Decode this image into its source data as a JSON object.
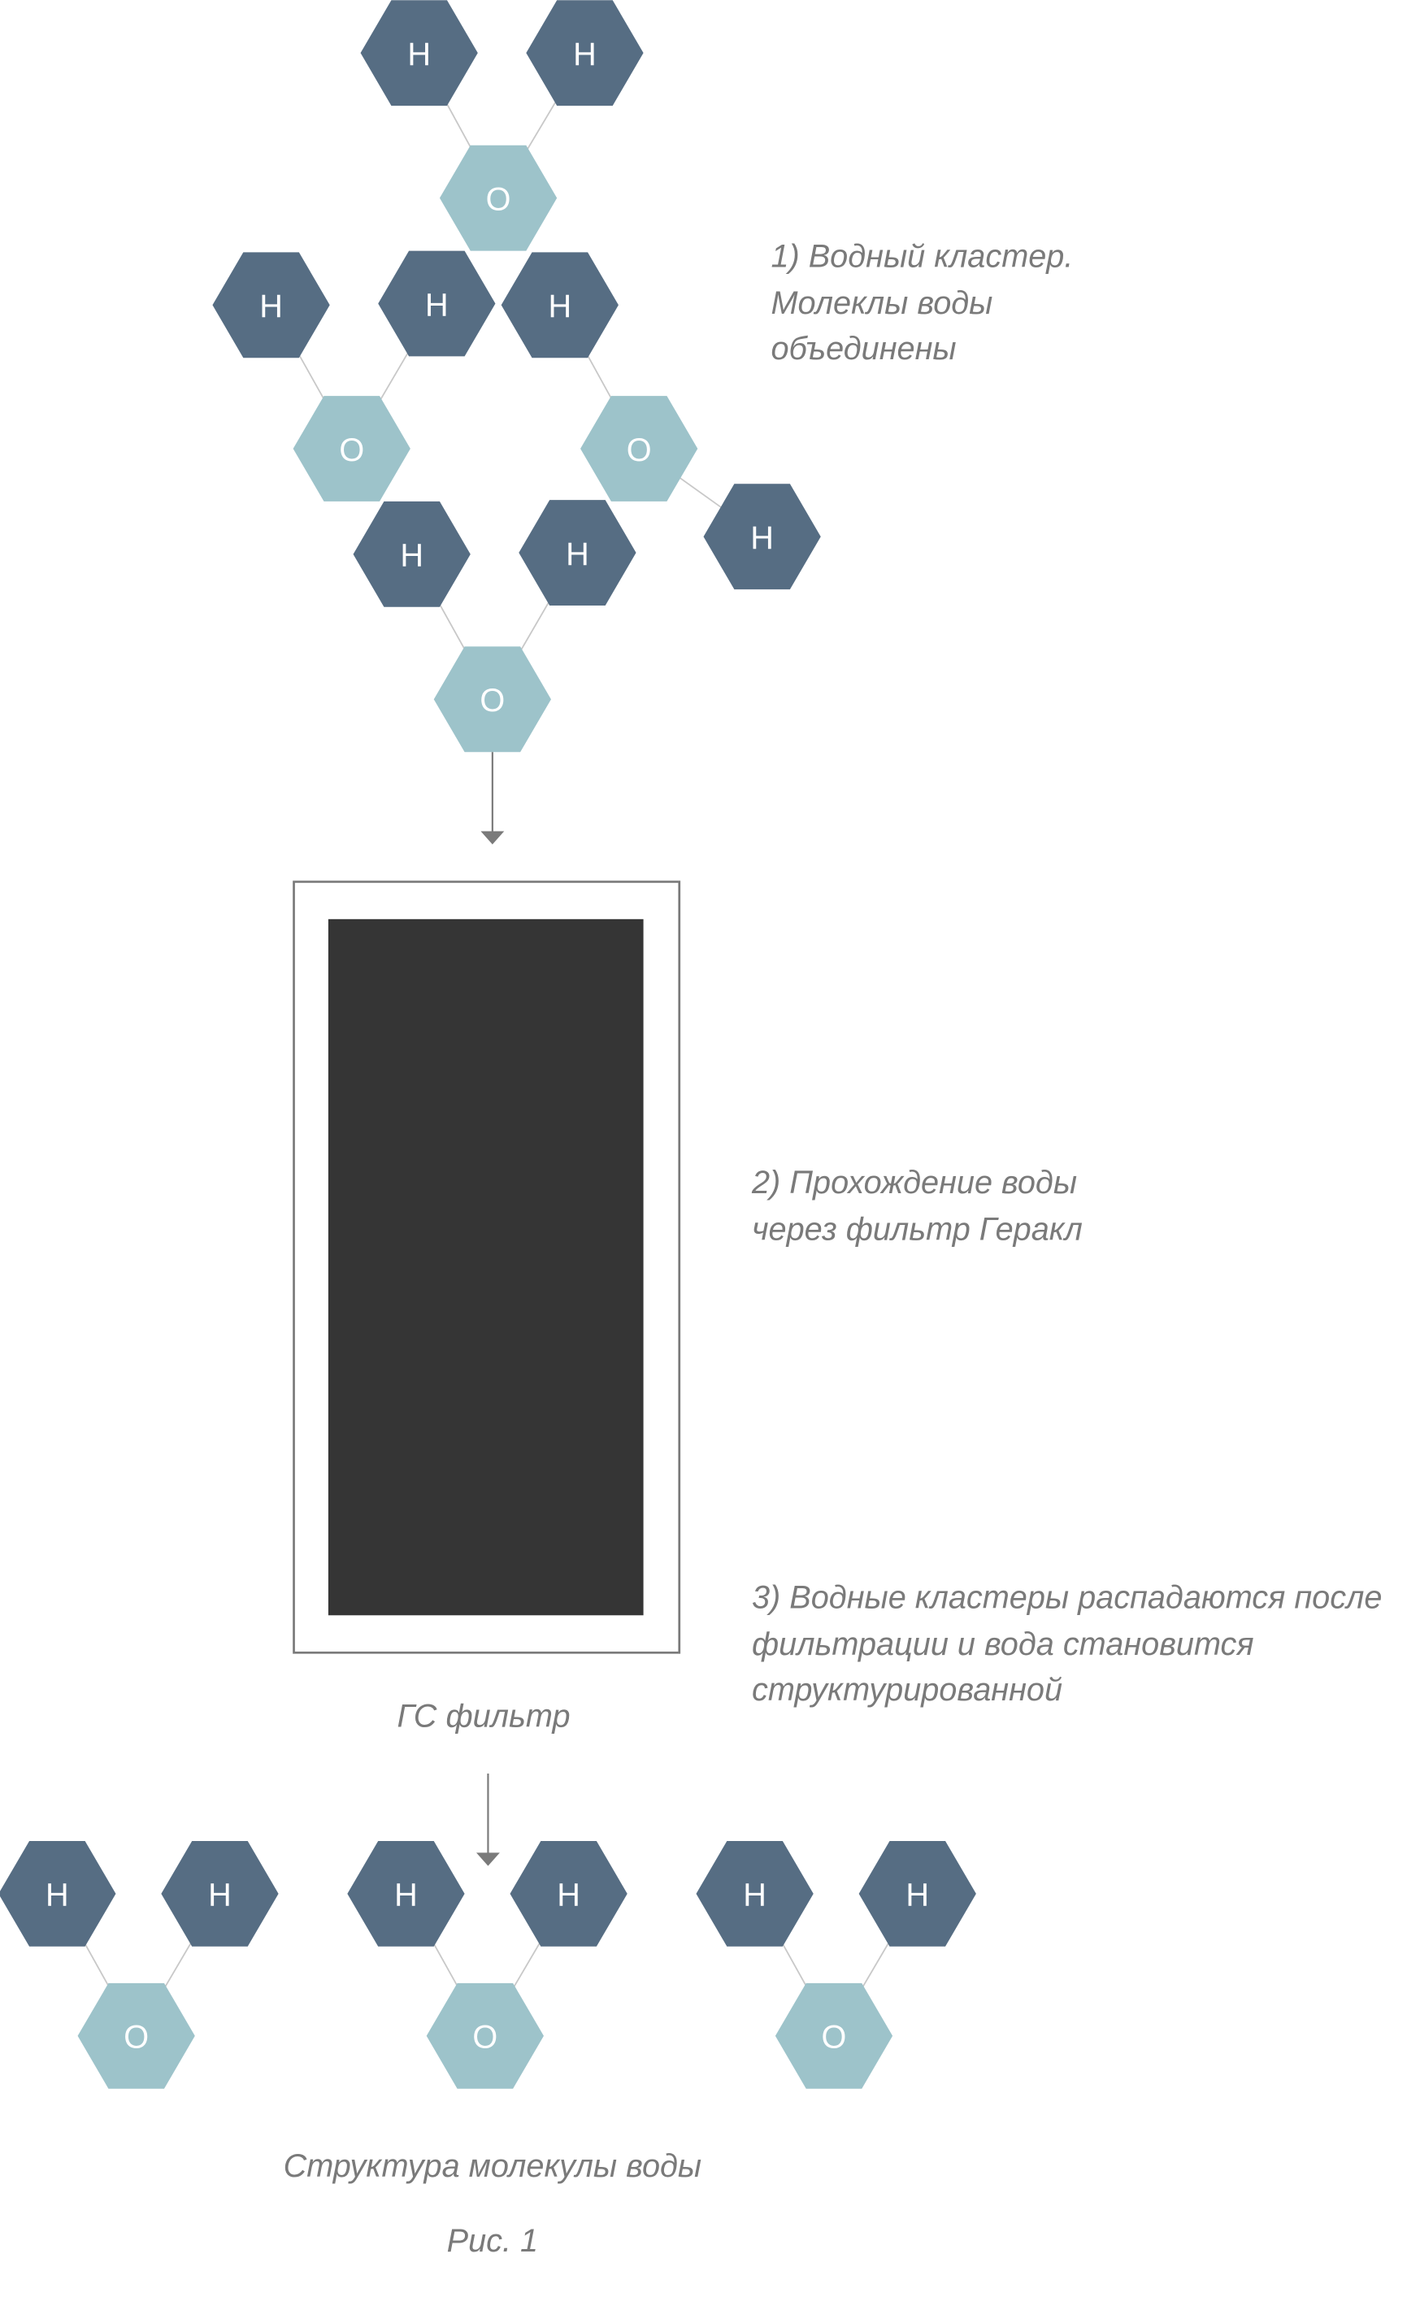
{
  "atoms": {
    "hydrogen": "H",
    "oxygen": "O"
  },
  "colors": {
    "hydrogen": "#566d83",
    "oxygen": "#9dc3ca",
    "bond": "#c8c8c8",
    "filter_core": "#353535",
    "filter_border": "#7a7a7a",
    "text": "#7a7a7a"
  },
  "step1": {
    "lines": [
      "1) Водный кластер.",
      "Молеклы воды",
      "объединены"
    ]
  },
  "step2": {
    "lines": [
      "2) Прохождение воды",
      "через фильтр Геракл"
    ]
  },
  "step3": {
    "lines": [
      "3) Водные кластеры распадаются после",
      "фильтрации и вода становится",
      "структурированной"
    ]
  },
  "filter_label": "ГС фильтр",
  "structure_caption": "Структура молекулы воды",
  "figure_caption": "Рис. 1"
}
